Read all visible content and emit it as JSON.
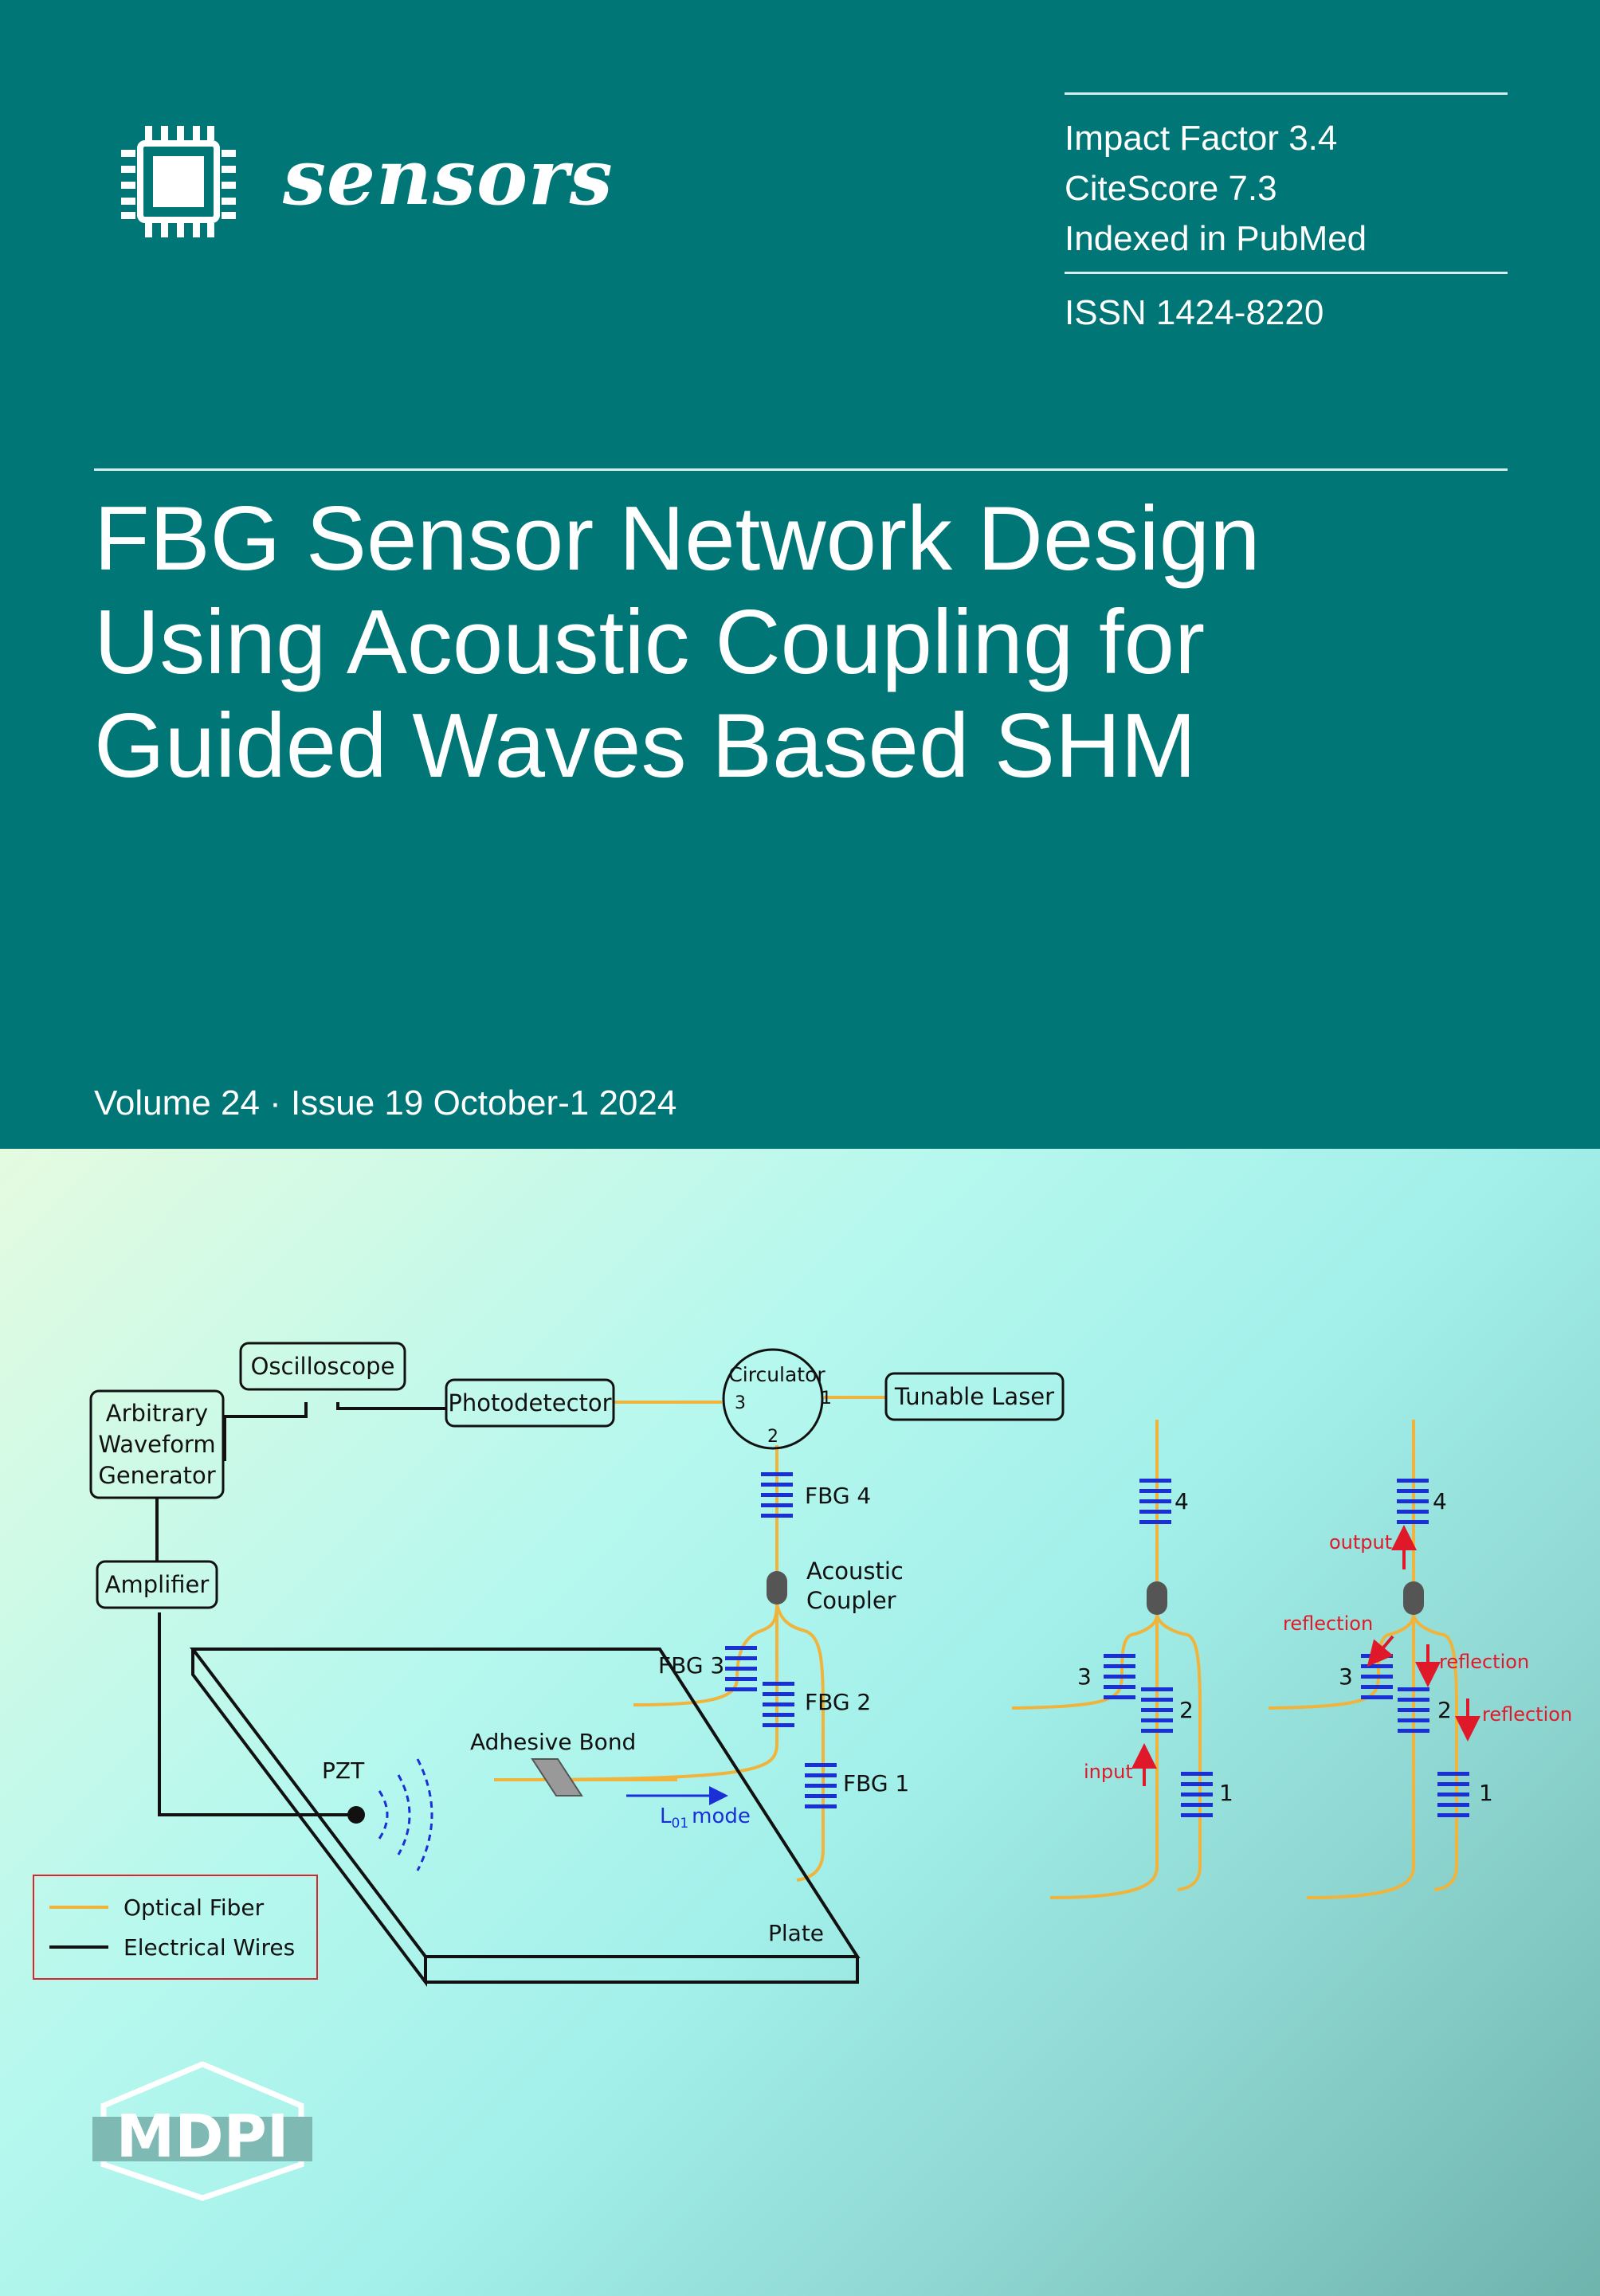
{
  "journal": {
    "name": "sensors",
    "logo_icon": "chip-icon"
  },
  "metrics": {
    "impact_factor": "Impact Factor 3.4",
    "citescore": "CiteScore 7.3",
    "indexed": "Indexed in PubMed",
    "issn": "ISSN 1424-8220"
  },
  "article": {
    "title_line1": "FBG Sensor Network Design",
    "title_line2": "Using Acoustic Coupling for",
    "title_line3": "Guided Waves Based SHM"
  },
  "issue": {
    "text": "Volume 24 · Issue 19 October-1 2024"
  },
  "diagram": {
    "oscilloscope": "Oscilloscope",
    "photodetector": "Photodetector",
    "circulator": "Circulator",
    "port3": "3",
    "port1": "1",
    "port2": "2",
    "tunable_laser": "Tunable Laser",
    "awg_line1": "Arbitrary",
    "awg_line2": "Waveform",
    "awg_line3": "Generator",
    "amplifier": "Amplifier",
    "fbg4": "FBG 4",
    "fbg3": "FBG 3",
    "fbg2": "FBG 2",
    "fbg1": "FBG 1",
    "acoustic_line1": "Acoustic",
    "acoustic_line2": "Coupler",
    "adhesive_bond": "Adhesive Bond",
    "pzt": "PZT",
    "mode_l": "L",
    "mode_sub": "01",
    "mode_word": "mode",
    "plate": "Plate",
    "legend_optical": "Optical Fiber",
    "legend_electrical": "Electrical Wires",
    "mid_4": "4",
    "mid_3": "3",
    "mid_2": "2",
    "mid_1": "1",
    "mid_input": "input",
    "right_4": "4",
    "right_3": "3",
    "right_2": "2",
    "right_1": "1",
    "right_output": "output",
    "right_reflection": "reflection",
    "colors": {
      "fiber": "#f0b43c",
      "grating": "#1a2fd6",
      "annotation": "#e0192a",
      "wire": "#111111"
    }
  },
  "publisher": {
    "name": "MDPI"
  }
}
